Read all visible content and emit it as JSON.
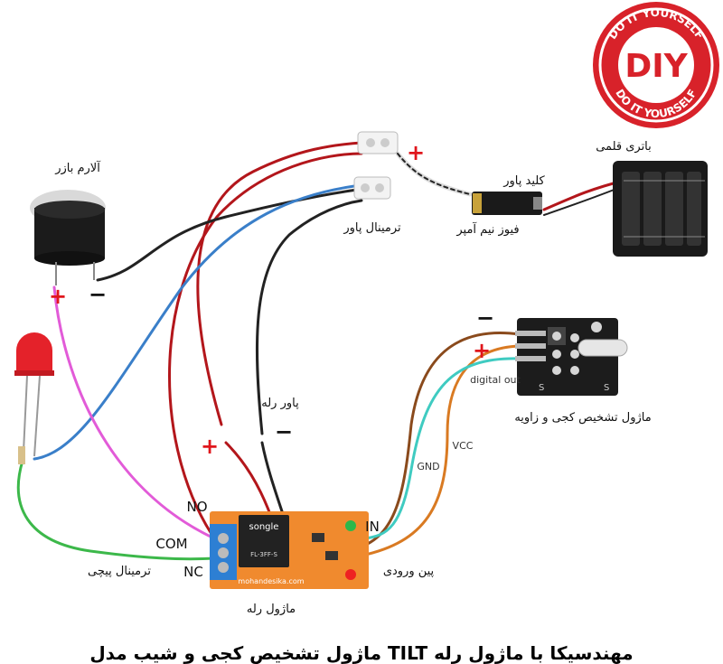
{
  "logo": {
    "text_top": "DO IT YOURSELF",
    "text_center": "DIY",
    "text_bottom": "DO IT YOURSELF",
    "color": "#d8222a"
  },
  "labels": {
    "buzzer": "آلارم بازر",
    "battery": "باتری قلمی",
    "power_key": "کلید پاور",
    "fuse": "فیوز نیم آمپر",
    "power_terminal": "ترمینال پاور",
    "relay_power": "پاور رله",
    "tilt_module": "ماژول تشخیص کجی و زاویه",
    "digital_out": "digital out",
    "vcc": "VCC",
    "gnd": "GND",
    "in": "IN",
    "no": "NO",
    "com": "COM",
    "nc": "NC",
    "screw_terminal": "ترمینال پیچی",
    "input_pins": "پین ورودی",
    "relay_module": "ماژول رله",
    "relay_brand": "songle",
    "relay_model": "FL-3FF-S",
    "board_site": "mohandesika.com"
  },
  "signs": {
    "plus": "+",
    "minus": "−"
  },
  "title": "ماژول تشخیص کجی و شیب مدل TILT مهندسیکا با ماژول رله",
  "colors": {
    "wire_red": "#b3161b",
    "wire_black": "#222222",
    "wire_blue": "#3a7fc9",
    "wire_magenta": "#e25bd8",
    "wire_green": "#3cb84a",
    "wire_brown": "#8a4a1c",
    "wire_orange": "#d97a22",
    "wire_teal": "#3fcbc1",
    "board_orange": "#f08a2e",
    "sign_red": "#e0161c"
  }
}
